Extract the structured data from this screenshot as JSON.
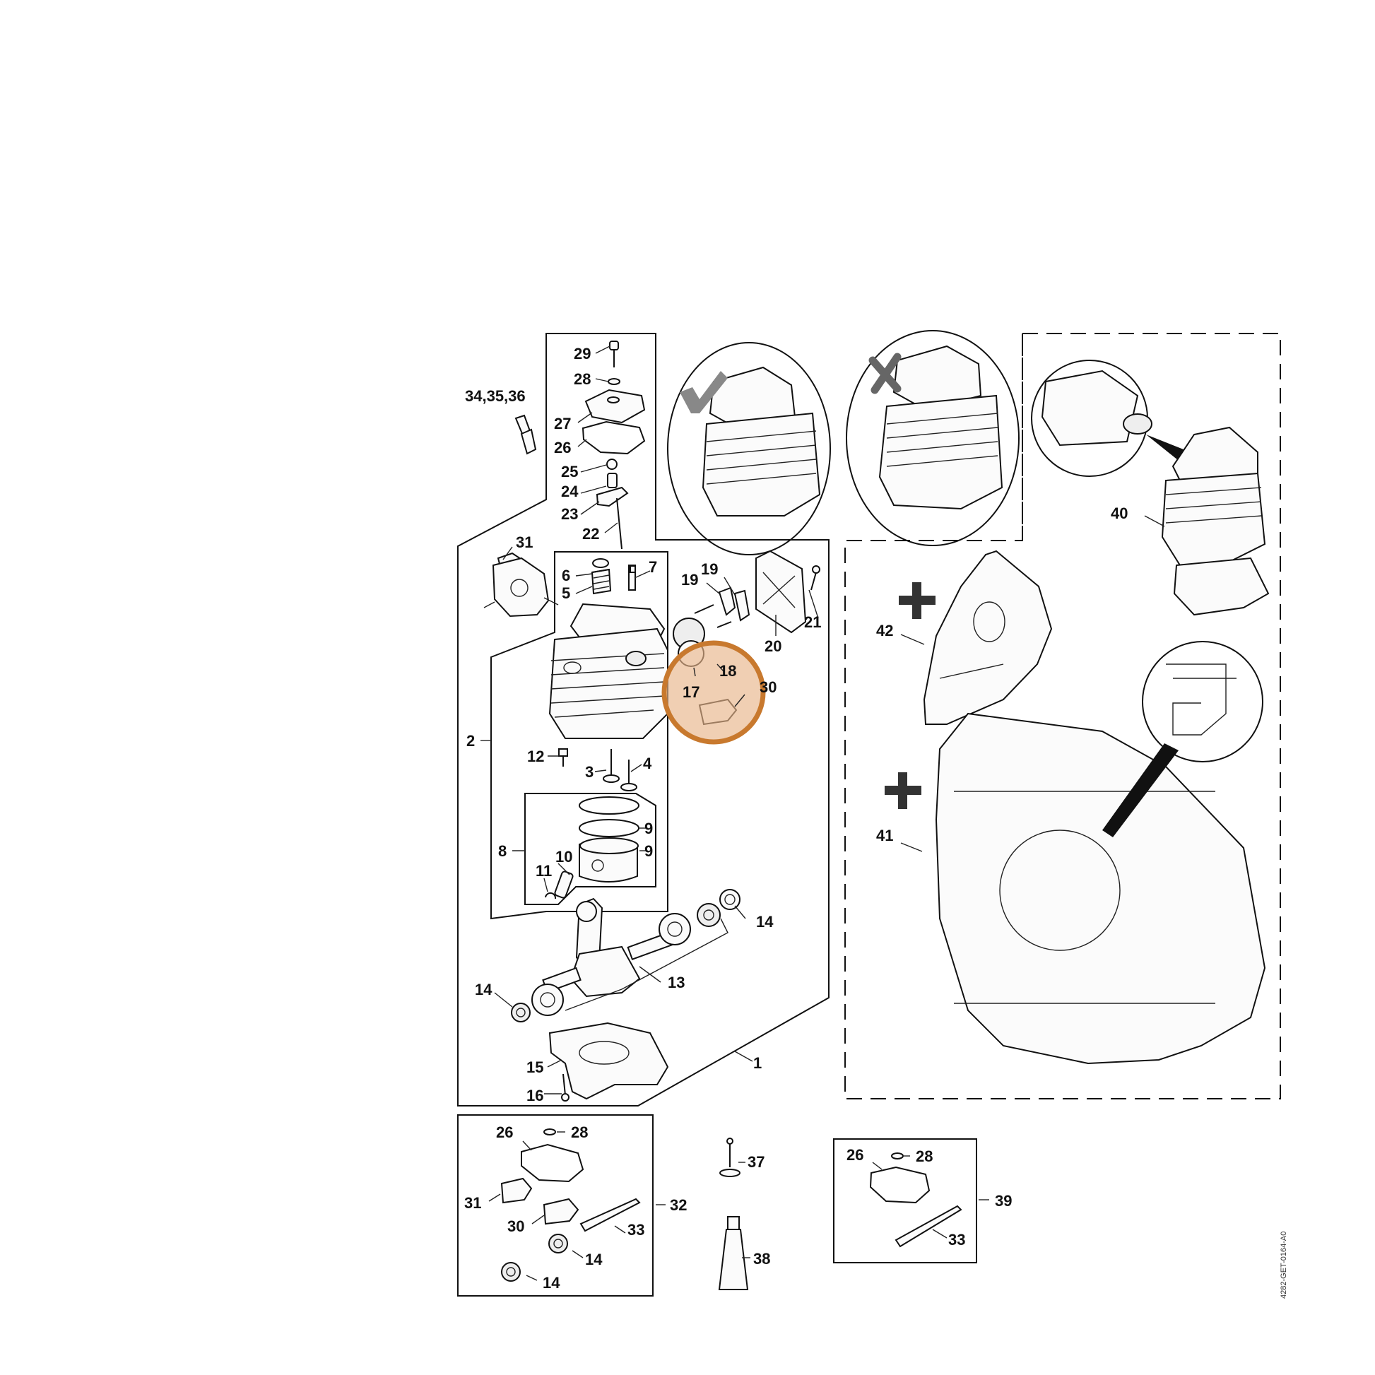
{
  "diagram": {
    "document_code": "4282-GET-0164-A0",
    "highlight_color": "#c8792e",
    "highlight_fill": "#e8b58a",
    "ok_mark_icon": "check-mark-icon",
    "not_ok_mark_icon": "x-mark-icon",
    "plus_icon": "plus-icon",
    "labels": {
      "p29": "29",
      "p28a": "28",
      "p34": "34,35,36",
      "p27": "27",
      "p26a": "26",
      "p25": "25",
      "p24": "24",
      "p23": "23",
      "p22": "22",
      "p31a": "31",
      "p6": "6",
      "p5": "5",
      "p7": "7",
      "p19a": "19",
      "p19b": "19",
      "p21": "21",
      "p20": "20",
      "p18": "18",
      "p17": "17",
      "p30a": "30",
      "p2": "2",
      "p12": "12",
      "p3": "3",
      "p4": "4",
      "p9a": "9",
      "p9b": "9",
      "p8": "8",
      "p10": "10",
      "p11": "11",
      "p14a": "14",
      "p13": "13",
      "p14b": "14",
      "p15": "15",
      "p16": "16",
      "p1": "1",
      "p40": "40",
      "p42": "42",
      "p41": "41",
      "p26b": "26",
      "p28b": "28",
      "p31b": "31",
      "p30b": "30",
      "p32": "32",
      "p33a": "33",
      "p14c": "14",
      "p14d": "14",
      "p37": "37",
      "p38": "38",
      "p26c": "26",
      "p28c": "28",
      "p39": "39",
      "p33b": "33"
    }
  }
}
